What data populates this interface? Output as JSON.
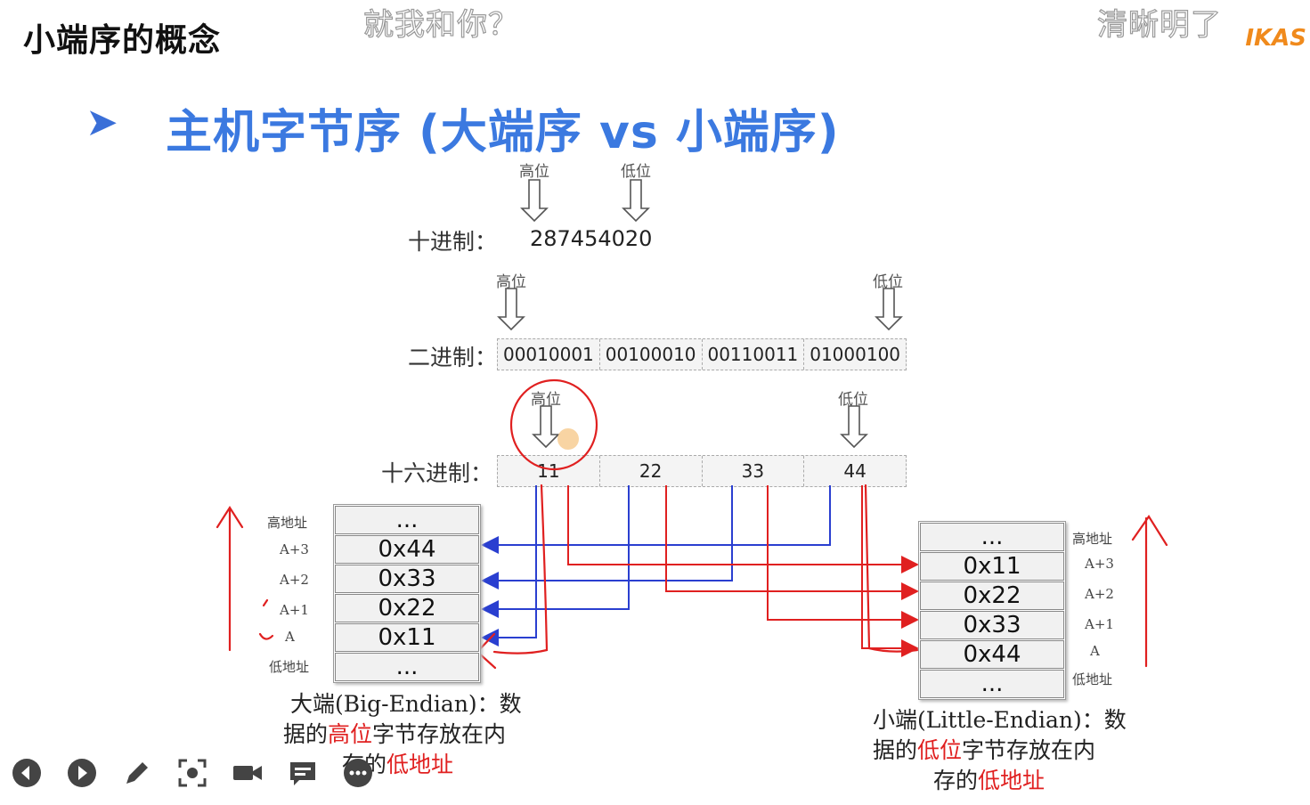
{
  "slide": {
    "corner_title": "小端序的概念",
    "main_title": "主机字节序 (大端序 vs 小端序)",
    "bullet": "➤"
  },
  "overlay": {
    "danmu_center": "就我和你？",
    "danmu_right": "清晰明了",
    "logo": "IKAS"
  },
  "diagram": {
    "high_label": "高位",
    "low_label": "低位",
    "decimal_label": "十进制：",
    "decimal_value": "287454020",
    "binary_label": "二进制：",
    "binary_bytes": [
      "00010001",
      "00100010",
      "00110011",
      "01000100"
    ],
    "hex_label": "十六进制：",
    "hex_bytes": [
      "11",
      "22",
      "33",
      "44"
    ]
  },
  "big_endian": {
    "cells": [
      "...",
      "0x44",
      "0x33",
      "0x22",
      "0x11",
      "..."
    ],
    "addr_labels": [
      "高地址",
      "A+3",
      "A+2",
      "A+1",
      "A",
      "低地址"
    ],
    "desc_line1": "大端(Big-Endian)：数",
    "desc_line2_pre": "据的",
    "desc_line2_hl": "高位",
    "desc_line2_post": "字节存放在内",
    "desc_line3_pre": "存的",
    "desc_line3_hl": "低地址"
  },
  "little_endian": {
    "cells": [
      "...",
      "0x11",
      "0x22",
      "0x33",
      "0x44",
      "..."
    ],
    "addr_labels": [
      "高地址",
      "A+3",
      "A+2",
      "A+1",
      "A",
      "低地址"
    ],
    "desc_line1": "小端(Little-Endian)：数",
    "desc_line2_pre": "据的",
    "desc_line2_hl": "低位",
    "desc_line2_post": "字节存放在内",
    "desc_line3_pre": "存的",
    "desc_line3_hl": "低地址"
  },
  "player_controls": {
    "icons": [
      "prev-icon",
      "play-icon",
      "pen-icon",
      "screenshot-icon",
      "camera-icon",
      "comment-icon",
      "more-icon"
    ]
  },
  "colors": {
    "title_blue": "#3b79e0",
    "highlight_red": "#e02020",
    "line_blue": "#2a3fd0",
    "line_red": "#e02020"
  }
}
